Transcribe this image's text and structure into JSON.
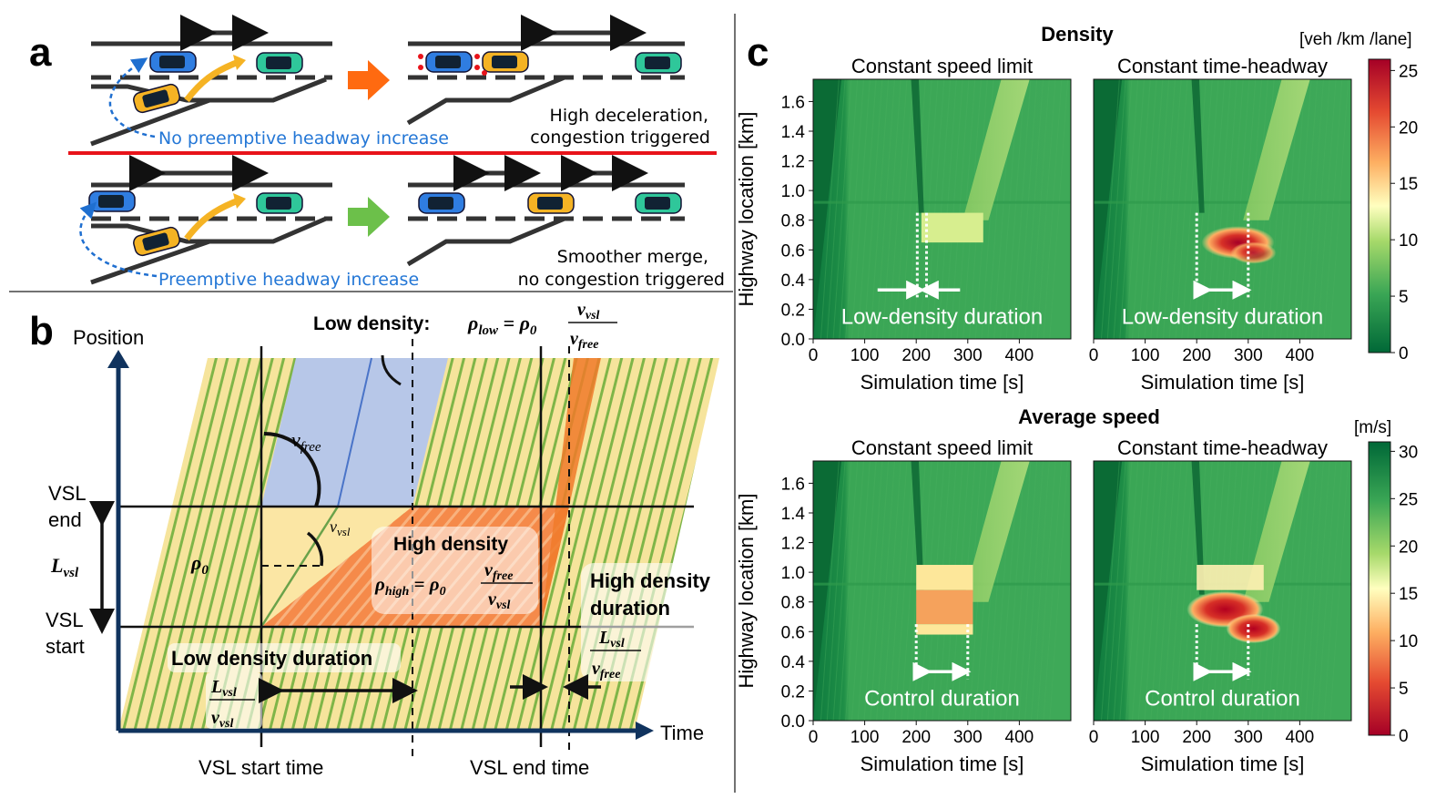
{
  "panel_a": {
    "label": "a",
    "top_caption_blue": "No preemptive headway increase",
    "top_result_line1": "High deceleration,",
    "top_result_line2": "congestion triggered",
    "bottom_caption_blue": "Preemptive headway increase",
    "bottom_result_line1": "Smoother merge,",
    "bottom_result_line2": "no congestion triggered",
    "colors": {
      "car_blue": "#2f7de1",
      "car_yellow": "#f5b324",
      "car_teal": "#2fc79a",
      "bad_arrow": "#ff6a10",
      "good_arrow": "#6cc04a",
      "divider": "#e8131a",
      "caption_blue": "#2477d6"
    }
  },
  "panel_b": {
    "label": "b",
    "y_axis_label": "Position",
    "x_axis_label": "Time",
    "low_density_label": "Low density:",
    "low_density_formula": "ρ_low = ρ0 · v_vsl / v_free",
    "vfree_label": "v_free",
    "vvsl_label": "v_vsl",
    "rho0_label": "ρ0",
    "high_density_label": "High density",
    "high_density_formula": "ρ_high = ρ0 · v_free / v_vsl",
    "high_density_duration_line1": "High density",
    "high_density_duration_line2": "duration",
    "high_duration_formula": "L_vsl / v_free",
    "low_density_duration": "Low density duration",
    "low_duration_formula": "L_vsl / v_vsl",
    "vsl_end_line1": "VSL",
    "vsl_end_line2": "end",
    "vsl_start_line1": "VSL",
    "vsl_start_line2": "start",
    "l_vsl": "L_vsl",
    "vsl_start_time": "VSL start time",
    "vsl_end_time": "VSL end time",
    "colors": {
      "free_flow": "#f6e49c",
      "stripes": "#7fb548",
      "low_density": "#b7c7e8",
      "high_density": "#f58a4a",
      "axis": "#10335e"
    }
  },
  "panel_c": {
    "label": "c",
    "density_title": "Density",
    "density_unit": "[veh /km /lane]",
    "speed_title": "Average speed",
    "speed_unit": "[m/s]",
    "left_subtitle": "Constant speed limit",
    "right_subtitle": "Constant time-headway",
    "y_axis_label": "Highway location [km]",
    "x_axis_label": "Simulation time [s]",
    "density_annotation": "Low-density duration",
    "speed_annotation": "Control duration",
    "x_ticks": [
      "0",
      "100",
      "200",
      "300",
      "400"
    ],
    "y_ticks": [
      "0.0",
      "0.2",
      "0.4",
      "0.6",
      "0.8",
      "1.0",
      "1.2",
      "1.4",
      "1.6"
    ],
    "density_cbar_ticks": [
      "0",
      "5",
      "10",
      "15",
      "20",
      "25"
    ],
    "speed_cbar_ticks": [
      "0",
      "5",
      "10",
      "15",
      "20",
      "25",
      "30"
    ]
  },
  "chart_data": [
    {
      "type": "heatmap",
      "title": "Constant speed limit",
      "xlabel": "Simulation time [s]",
      "ylabel": "Highway location [km]",
      "xlim": [
        0,
        500
      ],
      "ylim": [
        0,
        1.75
      ],
      "colorbar_range": [
        0,
        26
      ]
    },
    {
      "type": "heatmap",
      "title": "Constant time-headway",
      "xlabel": "Simulation time [s]",
      "ylabel": "Highway location [km]",
      "xlim": [
        0,
        500
      ],
      "ylim": [
        0,
        1.75
      ],
      "colorbar_range": [
        0,
        26
      ]
    },
    {
      "type": "heatmap",
      "title": "Constant speed limit",
      "xlabel": "Simulation time [s]",
      "ylabel": "Highway location [km]",
      "xlim": [
        0,
        500
      ],
      "ylim": [
        0,
        1.75
      ],
      "colorbar_range": [
        0,
        31
      ]
    },
    {
      "type": "heatmap",
      "title": "Constant time-headway",
      "xlabel": "Simulation time [s]",
      "ylabel": "Highway location [km]",
      "xlim": [
        0,
        500
      ],
      "ylim": [
        0,
        1.75
      ],
      "colorbar_range": [
        0,
        31
      ]
    }
  ]
}
